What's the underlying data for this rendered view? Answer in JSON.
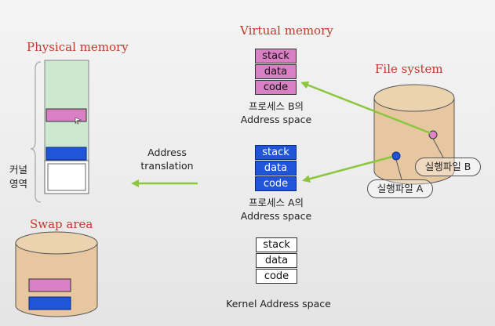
{
  "physical_memory": {
    "title": "Physical memory",
    "kernel_label_line1": "커널",
    "kernel_label_line2": "영역"
  },
  "virtual_memory": {
    "title": "Virtual memory",
    "process_b": {
      "segments": [
        "stack",
        "data",
        "code"
      ],
      "label_line1": "프로세스 B의",
      "label_line2": "Address space"
    },
    "process_a": {
      "segments": [
        "stack",
        "data",
        "code"
      ],
      "label_line1": "프로세스 A의",
      "label_line2": "Address space"
    },
    "kernel": {
      "segments": [
        "stack",
        "data",
        "code"
      ],
      "label": "Kernel Address space"
    }
  },
  "address_translation": {
    "line1": "Address",
    "line2": "translation"
  },
  "file_system": {
    "title": "File system",
    "executable_a": "실행파일 A",
    "executable_b": "실행파일 B"
  },
  "swap_area": {
    "title": "Swap area"
  },
  "colors": {
    "title_red": "#c0392b",
    "pink": "#d97fc4",
    "blue": "#1f55d6",
    "green_arrow": "#8cc63f",
    "memory_green": "#cce8cf",
    "disk_tan": "#e6c7a0"
  }
}
